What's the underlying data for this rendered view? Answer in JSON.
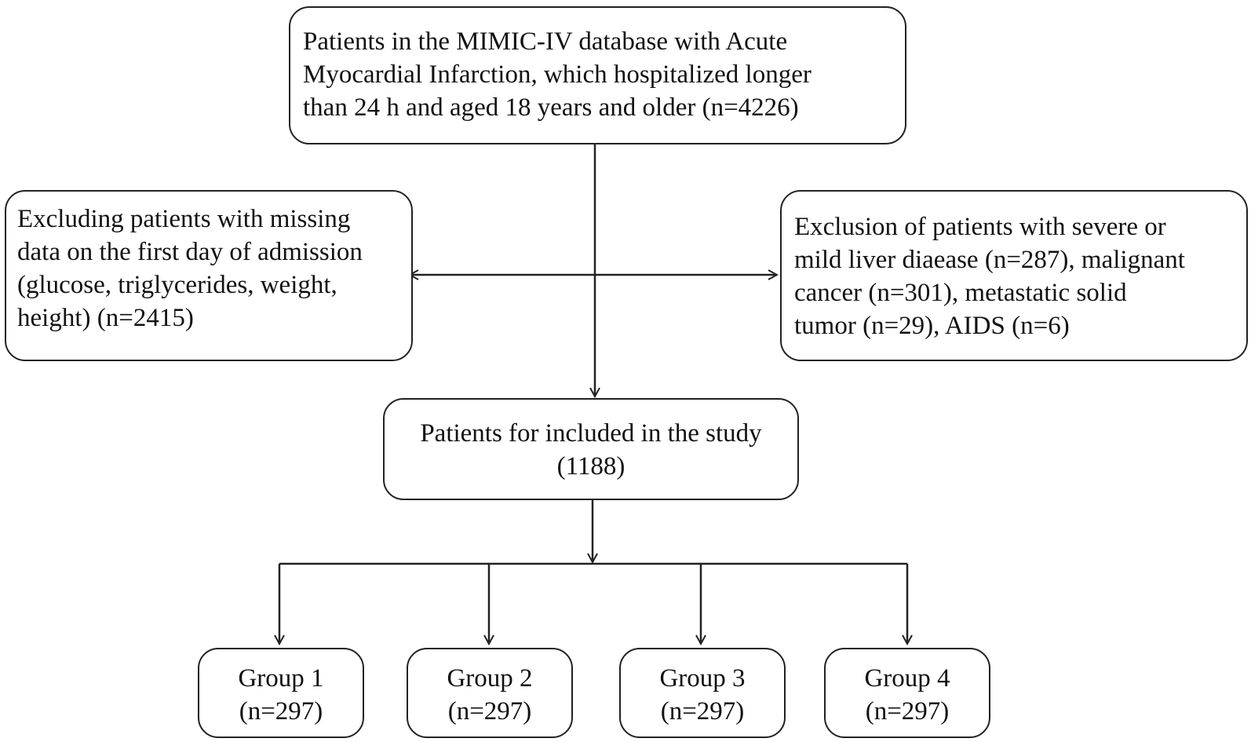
{
  "top_box": {
    "lines": [
      "Patients in the MIMIC-IV database with Acute",
      "Myocardial Infarction, which hospitalized longer",
      "than 24 h and aged 18 years and older (n=4226)"
    ]
  },
  "left_exclusion": {
    "lines": [
      "Excluding patients with missing",
      "data on the first day of admission",
      "(glucose, triglycerides, weight,",
      "height) (n=2415)"
    ]
  },
  "right_exclusion": {
    "lines": [
      "Exclusion of patients with severe or",
      "mild liver diaease (n=287), malignant",
      "cancer (n=301), metastatic solid",
      "tumor (n=29), AIDS (n=6)"
    ]
  },
  "included_box": {
    "lines": [
      "Patients for included in the study",
      "(1188)"
    ]
  },
  "groups": [
    {
      "name": "Group 1",
      "n": "(n=297)"
    },
    {
      "name": "Group 2",
      "n": "(n=297)"
    },
    {
      "name": "Group 3",
      "n": "(n=297)"
    },
    {
      "name": "Group 4",
      "n": "(n=297)"
    }
  ]
}
